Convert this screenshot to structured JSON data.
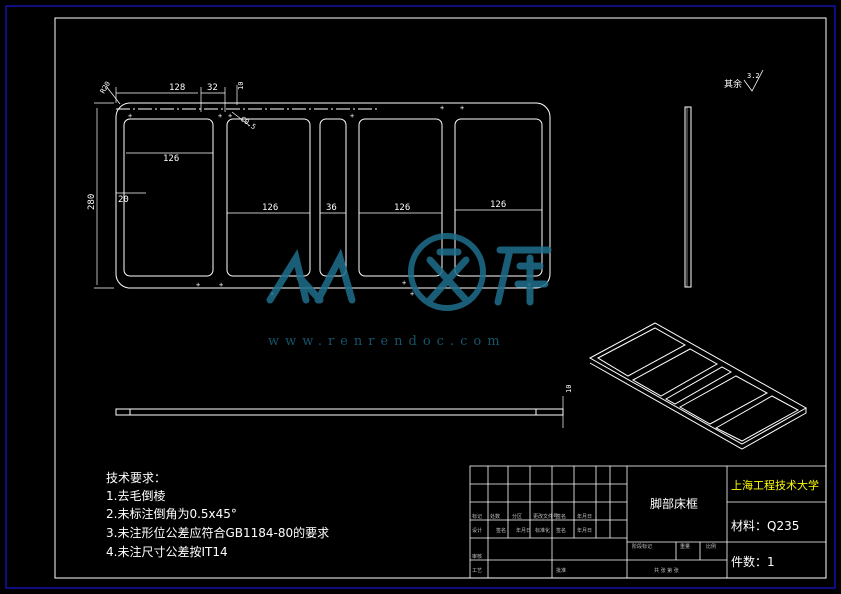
{
  "title_block": {
    "school": "上海工程技术大学",
    "part_name": "脚部床框",
    "material": "材料：Q235",
    "quantity": "件数：1",
    "roughness_label": "其余",
    "roughness_value": "3.2"
  },
  "tech_requirements": {
    "heading": "技术要求：",
    "items": [
      "1.去毛倒棱",
      "2.未标注倒角为0.5x45°",
      "3.未注形位公差应符合GB1184-80的要求",
      "4.未注尺寸公差按IT14"
    ]
  },
  "dimensions": {
    "d_r20": "R20",
    "d_128": "128",
    "d_32": "32",
    "d_10_top": "10",
    "d_c05": "C0.5",
    "d_280": "280",
    "d_20": "20",
    "d_126_a": "126",
    "d_126_b": "126",
    "d_36": "36",
    "d_126_c": "126",
    "d_126_d": "126",
    "d_10_side": "10"
  },
  "watermark": {
    "url": "www.renrendoc.com"
  },
  "colors": {
    "line": "#ffffff",
    "border": "#1a1aff",
    "accent": "#ffff00",
    "watermark": "#1f6e8c"
  }
}
